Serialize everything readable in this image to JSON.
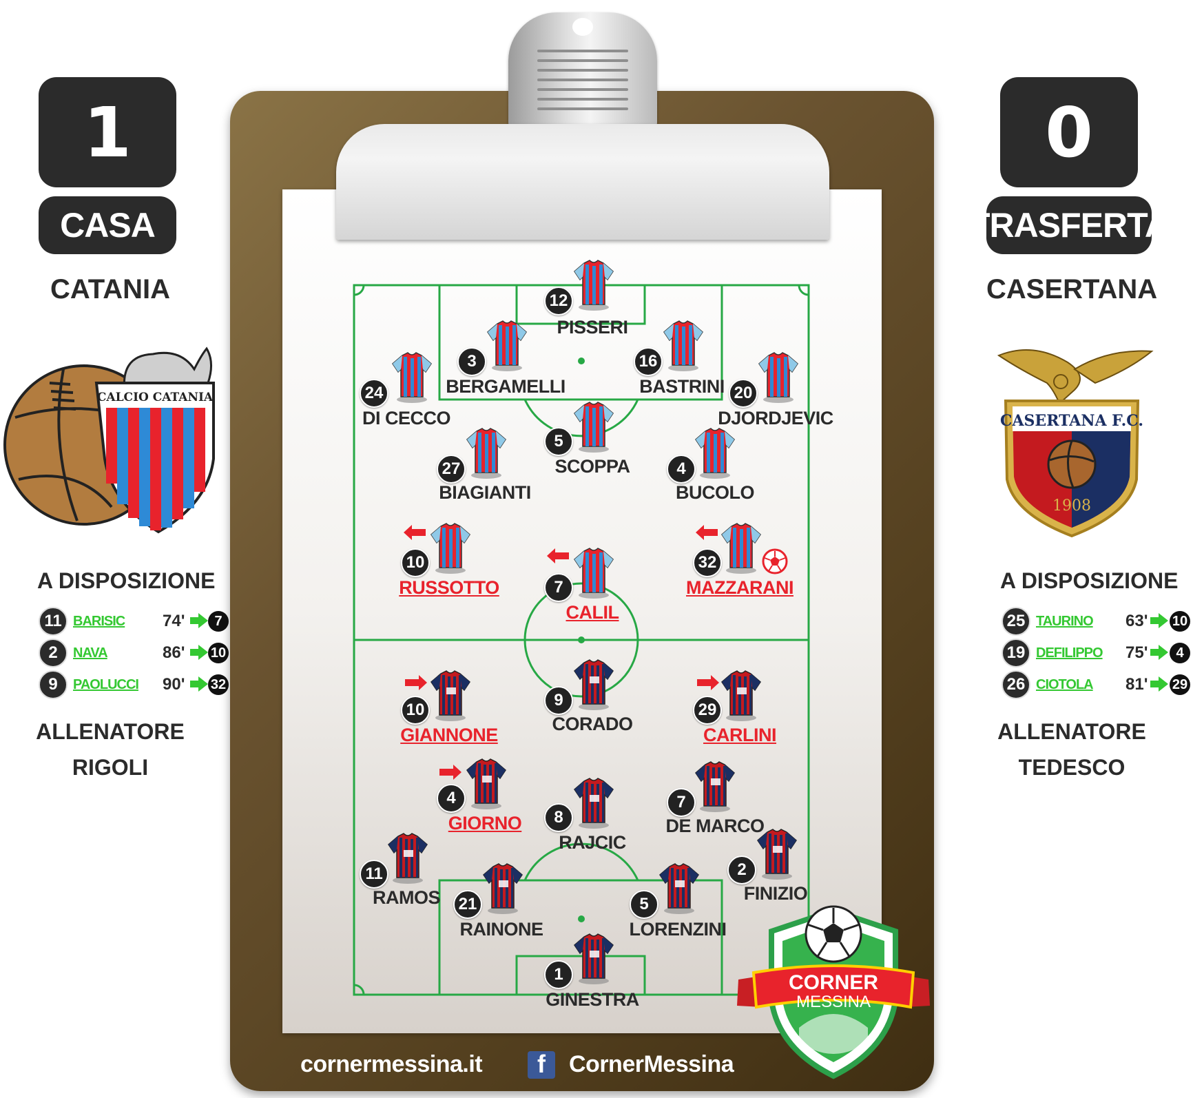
{
  "home": {
    "score": "1",
    "label": "CASA",
    "team": "CATANIA",
    "logo_text": "CALCIO CATANIA",
    "bench_title": "A DISPOSIZIONE",
    "subs": [
      {
        "num": "11",
        "name": "BARISIC",
        "minute": "74'",
        "out": "7"
      },
      {
        "num": "2",
        "name": "NAVA",
        "minute": "86'",
        "out": "10"
      },
      {
        "num": "9",
        "name": "PAOLUCCI",
        "minute": "90'",
        "out": "32"
      }
    ],
    "coach_label": "ALLENATORE",
    "coach": "RIGOLI"
  },
  "away": {
    "score": "0",
    "label": "TRASFERTA",
    "team": "CASERTANA",
    "logo_text": "CASERTANA F.C.",
    "logo_year": "1908",
    "bench_title": "A DISPOSIZIONE",
    "subs": [
      {
        "num": "25",
        "name": "TAURINO",
        "minute": "63'",
        "out": "10"
      },
      {
        "num": "19",
        "name": "DEFILIPPO",
        "minute": "75'",
        "out": "4"
      },
      {
        "num": "26",
        "name": "CIOTOLA",
        "minute": "81'",
        "out": "29"
      }
    ],
    "coach_label": "ALLENATORE",
    "coach": "TEDESCO"
  },
  "lineup_home": [
    {
      "num": "12",
      "name": "PISSERI",
      "subbed": false
    },
    {
      "num": "3",
      "name": "BERGAMELLI",
      "subbed": false
    },
    {
      "num": "16",
      "name": "BASTRINI",
      "subbed": false
    },
    {
      "num": "24",
      "name": "DI CECCO",
      "subbed": false
    },
    {
      "num": "20",
      "name": "DJORDJEVIC",
      "subbed": false
    },
    {
      "num": "5",
      "name": "SCOPPA",
      "subbed": false
    },
    {
      "num": "27",
      "name": "BIAGIANTI",
      "subbed": false
    },
    {
      "num": "4",
      "name": "BUCOLO",
      "subbed": false
    },
    {
      "num": "10",
      "name": "RUSSOTTO",
      "subbed": true
    },
    {
      "num": "7",
      "name": "CALIL",
      "subbed": true
    },
    {
      "num": "32",
      "name": "MAZZARANI",
      "subbed": true,
      "goal": true
    }
  ],
  "lineup_away": [
    {
      "num": "10",
      "name": "GIANNONE",
      "subbed": true
    },
    {
      "num": "9",
      "name": "CORADO",
      "subbed": false
    },
    {
      "num": "29",
      "name": "CARLINI",
      "subbed": true
    },
    {
      "num": "4",
      "name": "GIORNO",
      "subbed": true
    },
    {
      "num": "8",
      "name": "RAJCIC",
      "subbed": false
    },
    {
      "num": "7",
      "name": "DE MARCO",
      "subbed": false
    },
    {
      "num": "11",
      "name": "RAMOS",
      "subbed": false
    },
    {
      "num": "2",
      "name": "FINIZIO",
      "subbed": false
    },
    {
      "num": "21",
      "name": "RAINONE",
      "subbed": false
    },
    {
      "num": "5",
      "name": "LORENZINI",
      "subbed": false
    },
    {
      "num": "1",
      "name": "GINESTRA",
      "subbed": false
    }
  ],
  "footer": {
    "site": "cornermessina.it",
    "facebook": "CornerMessina",
    "badge_line1": "CORNER",
    "badge_line2": "MESSINA"
  },
  "colors": {
    "dark": "#2b2b2b",
    "pitch_lines": "#27a845",
    "sub_green": "#34c832",
    "subbed_red": "#e8232c",
    "catania_red": "#e8232c",
    "catania_blue": "#2e8ad6",
    "casertana_red": "#c41a1f",
    "casertana_navy": "#1b2f63"
  }
}
